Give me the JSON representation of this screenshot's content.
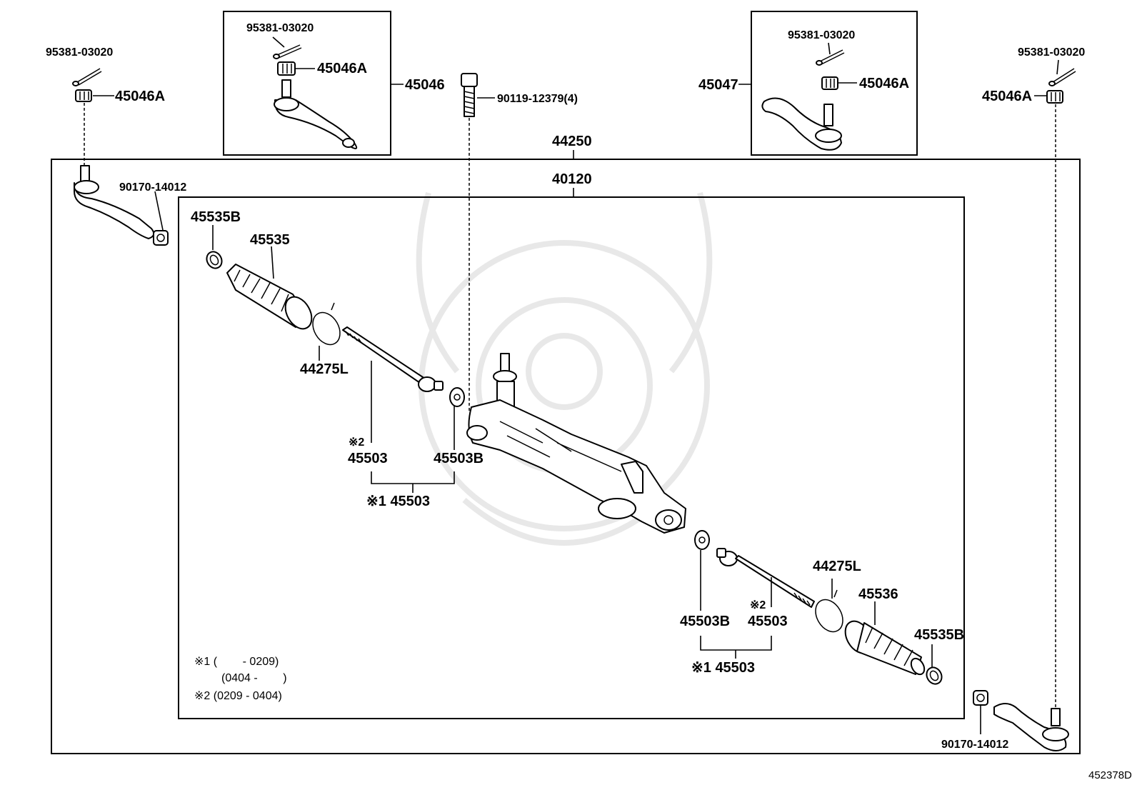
{
  "labels": {
    "cotter_pin_l": "95381-03020",
    "nut_l": "45046A",
    "box_l_pin": "95381-03020",
    "box_l_nut": "45046A",
    "box_l_part": "45046",
    "bolt": "90119-12379(4)",
    "box_r_pin": "95381-03020",
    "box_r_nut": "45046A",
    "box_r_part": "45047",
    "cotter_pin_r": "95381-03020",
    "nut_r": "45046A",
    "assembly": "44250",
    "gear": "40120",
    "lock_nut_l": "90170-14012",
    "clip_l": "45535B",
    "boot_l": "45535",
    "clamp_l": "44275L",
    "rod_l_mark": "※2",
    "rod_l": "45503",
    "washer_l": "45503B",
    "rod_set_l": "※1 45503",
    "washer_r": "45503B",
    "rod_r_mark": "※2",
    "rod_r": "45503",
    "rod_set_r": "※1 45503",
    "clamp_r": "44275L",
    "boot_r": "45536",
    "clip_r": "45535B",
    "lock_nut_r": "90170-14012",
    "figure_no": "452378D"
  },
  "notes": [
    "※1 (        - 0209)",
    "(0404 -        )",
    "※2 (0209 - 0404)"
  ]
}
